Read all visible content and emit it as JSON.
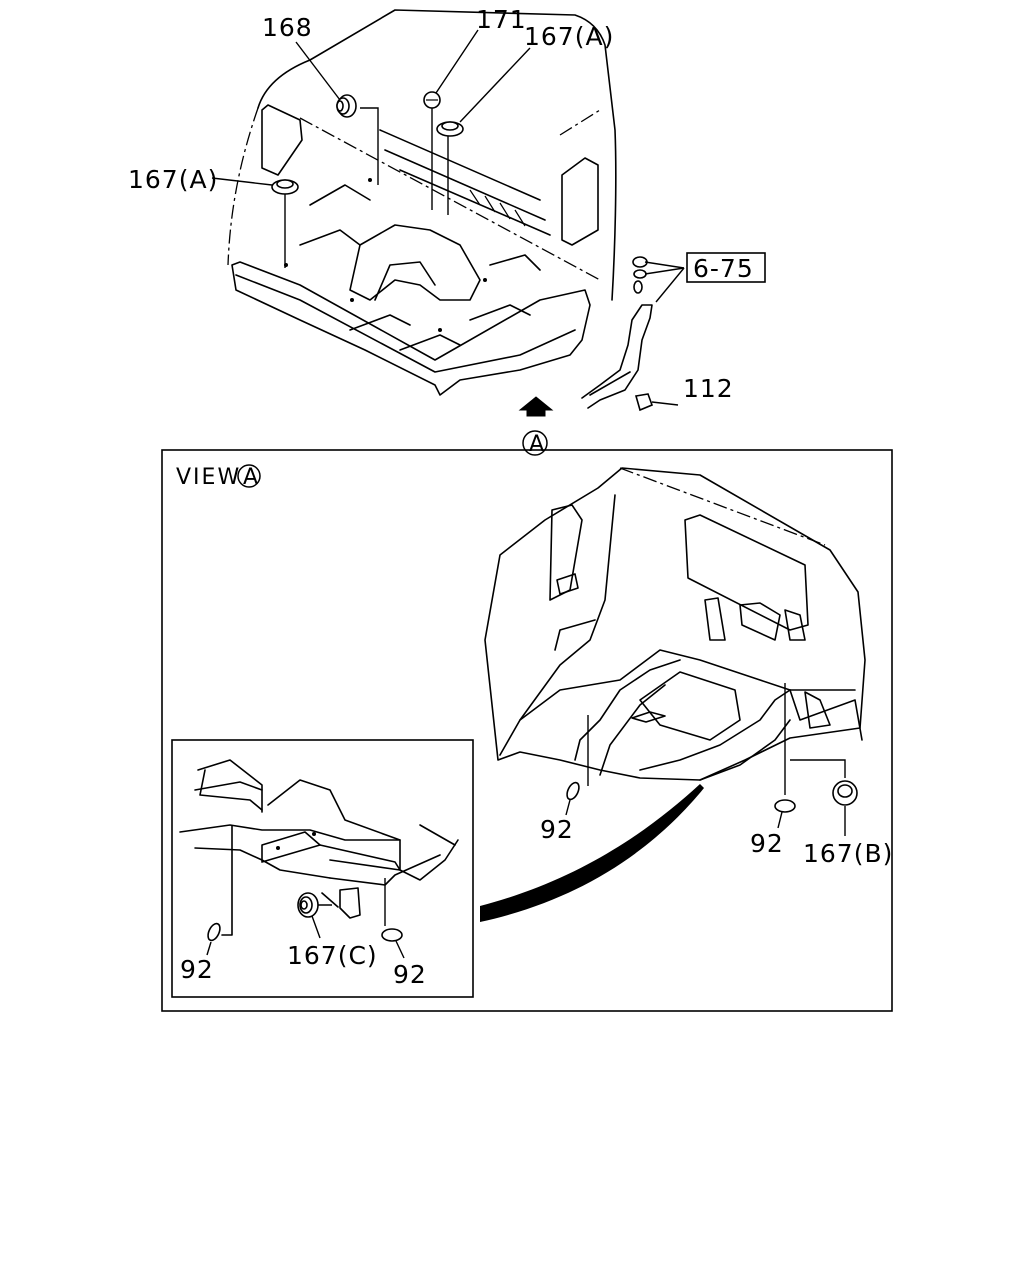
{
  "callouts": {
    "c168": "168",
    "c171": "171",
    "c167a_top": "167(A)",
    "c167a_left": "167(A)",
    "c6_75": "6-75",
    "c112": "112",
    "arrow_ref": "A",
    "view_label": "VIEW",
    "view_ref": "A",
    "c92_main_left": "92",
    "c92_main_right": "92",
    "c167b": "167(B)",
    "c92_inset_left": "92",
    "c167c": "167(C)",
    "c92_inset_right": "92"
  }
}
